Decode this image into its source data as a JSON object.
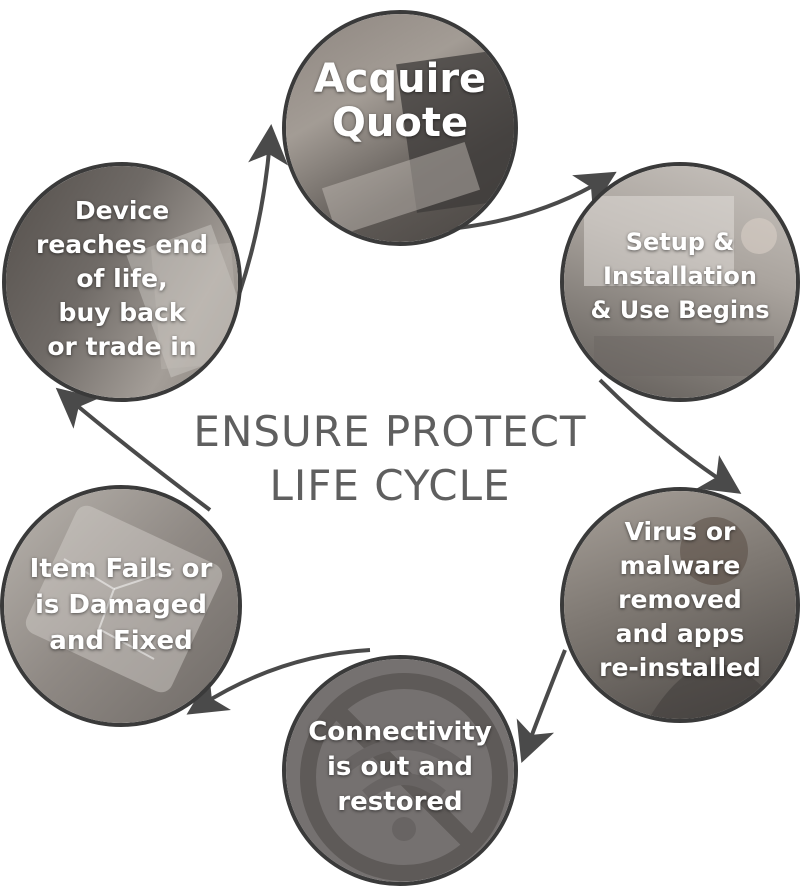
{
  "title": {
    "line1": "ENSURE PROTECT",
    "line2": "LIFE CYCLE"
  },
  "colors": {
    "circle_fill": "#6f6a66",
    "circle_border": "#3a3a3a",
    "arrow": "#4a4a4a",
    "title_text": "#5f5f5f",
    "label_text": "#ffffff"
  },
  "steps": [
    {
      "label": "Acquire\nQuote",
      "image": "laptop-hands-photo"
    },
    {
      "label": "Setup &\nInstallation\n& Use Begins",
      "image": "classroom-photo"
    },
    {
      "label": "Virus or\nmalware\nremoved\nand apps\nre-installed",
      "image": "tech-support-headset-photo"
    },
    {
      "label": "Connectivity\nis out and\nrestored",
      "image": "no-wifi-icon"
    },
    {
      "label": "Item Fails or\nis Damaged\nand Fixed",
      "image": "cracked-phone-photo"
    },
    {
      "label": "Device\nreaches end\nof life,\nbuy back\nor trade in",
      "image": "cash-money-photo"
    }
  ]
}
